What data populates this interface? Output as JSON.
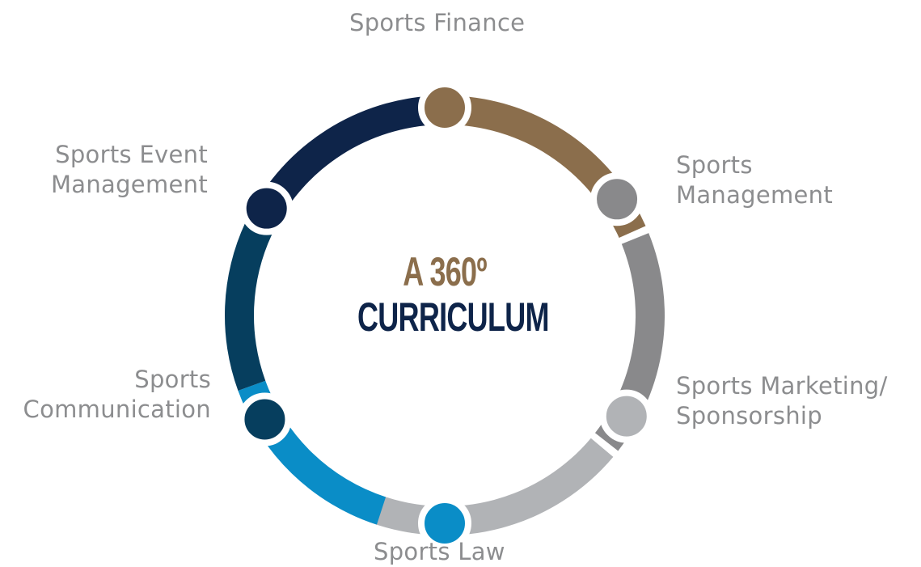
{
  "center": {
    "line1": "A 360º",
    "line2": "CURRICULUM"
  },
  "segments": [
    {
      "id": "finance",
      "lines": [
        "Sports Finance"
      ],
      "color": "#8b6e4c"
    },
    {
      "id": "management",
      "lines": [
        "Sports",
        "Management"
      ],
      "color": "#89898b"
    },
    {
      "id": "marketing",
      "lines": [
        "Sports Marketing/",
        "Sponsorship"
      ],
      "color": "#b1b3b6"
    },
    {
      "id": "law",
      "lines": [
        "Sports Law"
      ],
      "color": "#0a8dc7"
    },
    {
      "id": "communication",
      "lines": [
        "Sports",
        "Communication"
      ],
      "color": "#063e5e"
    },
    {
      "id": "event-management",
      "lines": [
        "Sports Event",
        "Management"
      ],
      "color": "#0e2449"
    }
  ],
  "label_color": "#8c8d8f"
}
